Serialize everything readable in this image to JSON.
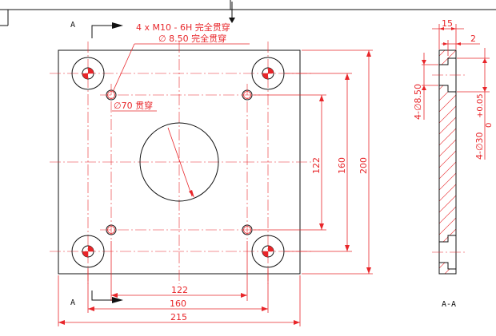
{
  "drawing": {
    "section_label_top": "A",
    "section_label_bottom": "A",
    "section_view_title": "A-A",
    "callout_thread": "4 x  M10 - 6H 完全贯穿",
    "callout_hole": "∅ 8.50 完全贯穿",
    "callout_center": "∅70 贯穿",
    "dim_h_122": "122",
    "dim_h_160": "160",
    "dim_h_215": "215",
    "dim_v_122": "122",
    "dim_v_160": "160",
    "dim_v_200": "200",
    "dim_thickness": "15",
    "dim_counterbore_depth": "2",
    "dim_hole_dia_side": "4-∅8.50",
    "dim_tol_upper": "+0.05",
    "dim_tol_lower": "0",
    "dim_counterbore_dia": "4-∅30"
  },
  "colors": {
    "outline": "#111111",
    "dimension": "#e8262a"
  }
}
